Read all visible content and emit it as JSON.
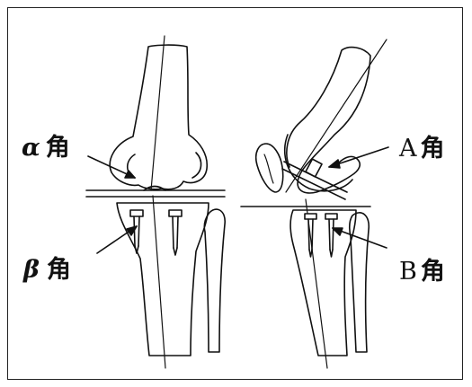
{
  "labels": {
    "alpha": {
      "symbol": "α",
      "char": "角"
    },
    "beta": {
      "symbol": "β",
      "char": "角"
    },
    "A": {
      "symbol": "A",
      "char": "角"
    },
    "B": {
      "symbol": "B",
      "char": "角"
    }
  },
  "colors": {
    "line": "#111111",
    "frame": "#222222",
    "background": "#ffffff"
  }
}
